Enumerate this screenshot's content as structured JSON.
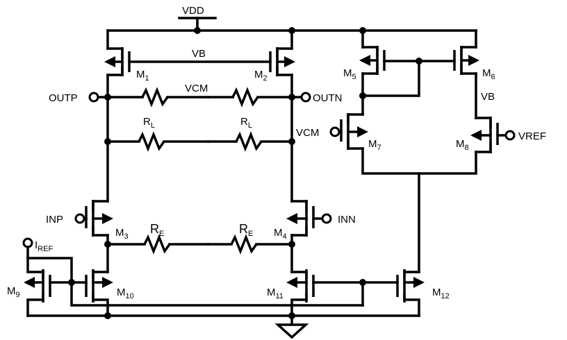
{
  "labels": {
    "vdd": "VDD",
    "vb_top": "VB",
    "vb_right": "VB",
    "vcm_mid": "VCM",
    "vcm_right": "VCM",
    "outp": "OUTP",
    "outn": "OUTN",
    "vref": "VREF",
    "inp": "INP",
    "inn": "INN",
    "iref_main": "I",
    "iref_sub": "REF",
    "rl_main": "R",
    "rl_sub": "L",
    "re_main": "R",
    "re_sub": "E"
  },
  "transistors": [
    {
      "main": "M",
      "sub": "1"
    },
    {
      "main": "M",
      "sub": "2"
    },
    {
      "main": "M",
      "sub": "3"
    },
    {
      "main": "M",
      "sub": "4"
    },
    {
      "main": "M",
      "sub": "5"
    },
    {
      "main": "M",
      "sub": "6"
    },
    {
      "main": "M",
      "sub": "7"
    },
    {
      "main": "M",
      "sub": "8"
    },
    {
      "main": "M",
      "sub": "9"
    },
    {
      "main": "M",
      "sub": "10"
    },
    {
      "main": "M",
      "sub": "11"
    },
    {
      "main": "M",
      "sub": "12"
    }
  ]
}
